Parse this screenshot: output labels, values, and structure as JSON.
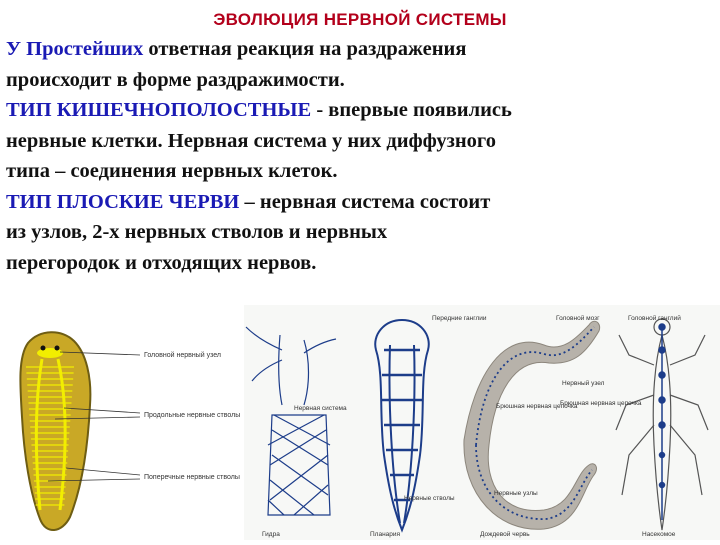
{
  "title": "ЭВОЛЮЦИЯ НЕРВНОЙ СИСТЕМЫ",
  "paragraphs": [
    {
      "lead": "У Простейших",
      "rest": " ответная реакция на раздражения"
    },
    {
      "text": "происходит в форме  раздражимости."
    },
    {
      "lead": "ТИП КИШЕЧНОПОЛОСТНЫЕ",
      "rest": " - впервые появились"
    },
    {
      "text": " нервные клетки. Нервная система у них диффузного"
    },
    {
      "text": "типа – соединения  нервных клеток."
    },
    {
      "lead": "ТИП ПЛОСКИЕ ЧЕРВИ",
      "rest": " – нервная система состоит"
    },
    {
      "text": " из узлов, 2-х  нервных стволов и нервных"
    },
    {
      "text": "перегородок и отходящих нервов."
    }
  ],
  "colors": {
    "title": "#b3001b",
    "highlight": "#1a1ab4",
    "text": "#111111",
    "planarian_body": "#c9a826",
    "nerve_yellow": "#f2ee00",
    "nerve_blue": "#1d3d8a",
    "earthworm_body": "#b7b2aa"
  },
  "figure_planarian": {
    "labels": [
      "Головной нервный узел",
      "Продольные нервные стволы",
      "Поперечные нервные стволы"
    ]
  },
  "figure_strip": {
    "labels": {
      "hydra_net": "Нервная система",
      "planaria_ganglia": "Передние ганглии",
      "planaria_trunks": "Нервные стволы",
      "worm_chain": "Брюшная нервная цепочка",
      "worm_nodes": "Нервные узлы",
      "insect_top": "Головной мозг",
      "insect_ganglion": "Головной ганглий",
      "insect_cord": "Нервный узел",
      "insect_chain": "Брюшная нервная цепочка"
    },
    "captions": [
      "Гидра",
      "Планария",
      "Дождевой червь",
      "Насекомое"
    ]
  }
}
